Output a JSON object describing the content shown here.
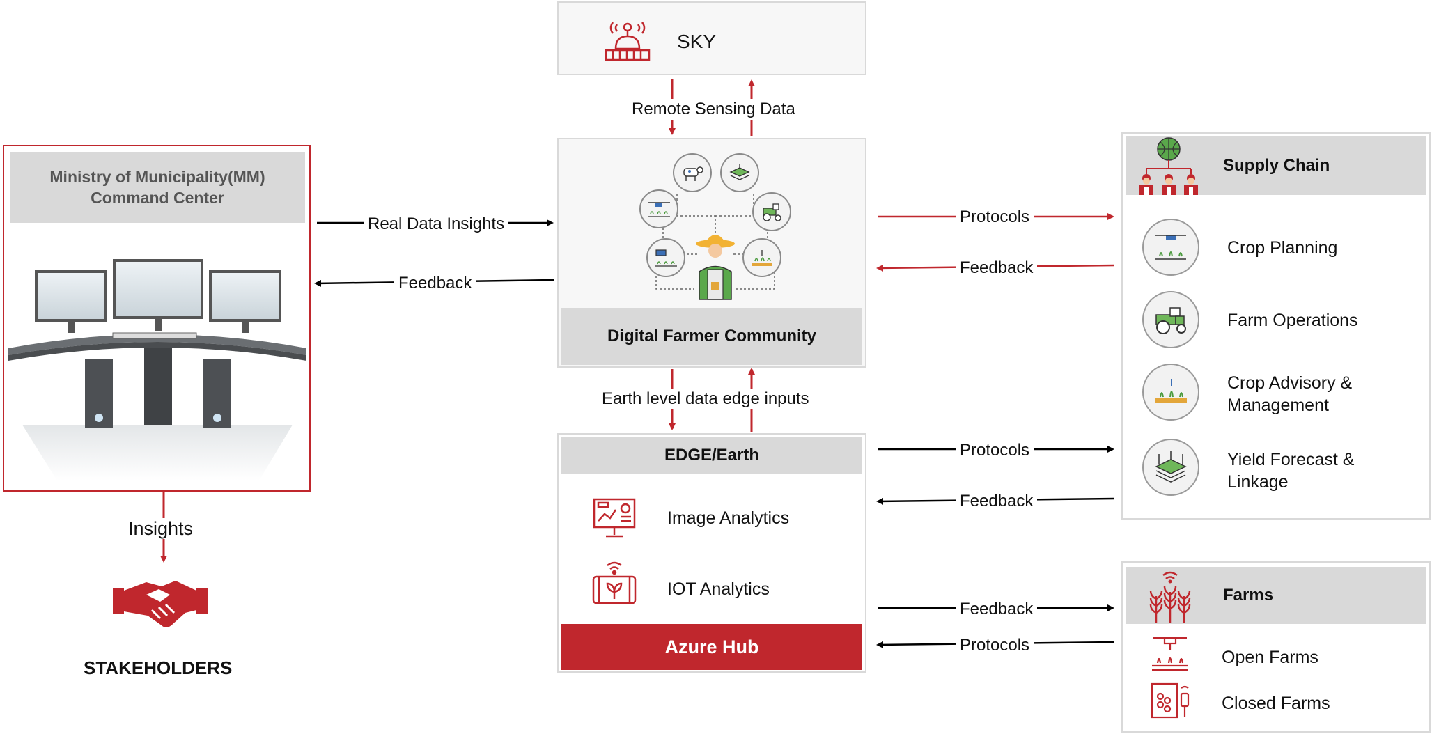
{
  "sky": {
    "label": "SKY"
  },
  "dfc": {
    "title": "Digital Farmer Community"
  },
  "edge": {
    "title": "EDGE/Earth",
    "items": [
      {
        "label": "Image Analytics"
      },
      {
        "label": "IOT Analytics"
      }
    ],
    "hub_label": "Azure Hub"
  },
  "mm": {
    "title_line1": "Ministry of Municipality(MM)",
    "title_line2": "Command Center"
  },
  "insights_label": "Insights",
  "stakeholders_label": "STAKEHOLDERS",
  "supply_chain": {
    "title": "Supply Chain",
    "items": [
      {
        "line1": "Crop Planning",
        "line2": ""
      },
      {
        "line1": "Farm Operations",
        "line2": ""
      },
      {
        "line1": "Crop Advisory &",
        "line2": "Management"
      },
      {
        "line1": "Yield Forecast &",
        "line2": "Linkage"
      }
    ]
  },
  "farms": {
    "title": "Farms",
    "items": [
      {
        "label": "Open Farms"
      },
      {
        "label": "Closed Farms"
      }
    ]
  },
  "arrows": {
    "remote_sensing": "Remote Sensing Data",
    "earth_level": "Earth level data edge inputs",
    "real_data": "Real Data Insights",
    "mm_feedback": "Feedback",
    "sc_protocols": "Protocols",
    "sc_feedback": "Feedback",
    "edge_protocols": "Protocols",
    "edge_feedback": "Feedback",
    "farms_feedback": "Feedback",
    "farms_protocols": "Protocols"
  },
  "colors": {
    "accent": "#c0272d",
    "grey_bar": "#d9d9d9",
    "border": "#d9d9d9"
  }
}
